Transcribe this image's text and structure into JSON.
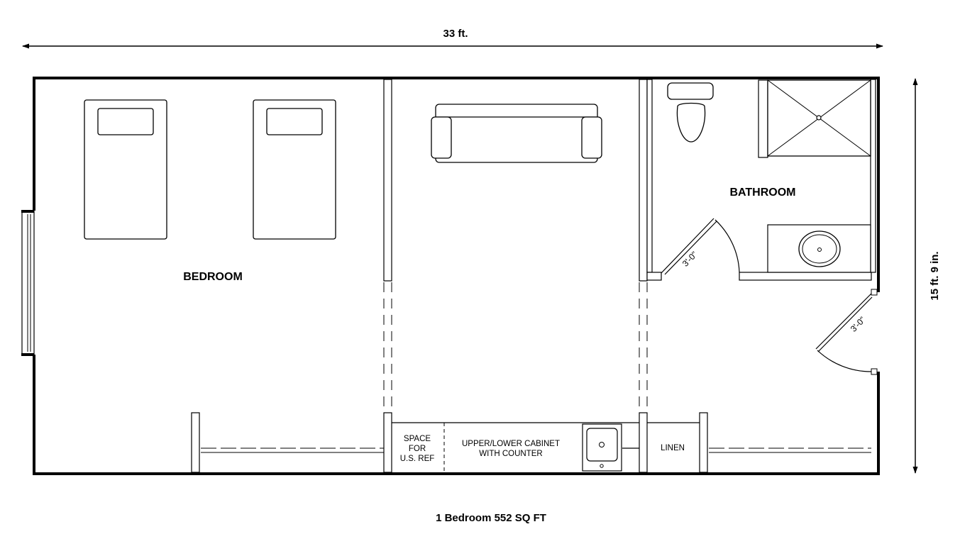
{
  "dimensions": {
    "width": "33 ft.",
    "depth": "15 ft. 9 in."
  },
  "rooms": {
    "bedroom": "BEDROOM",
    "bathroom": "BATHROOM"
  },
  "fixtures": {
    "ref_line1": "SPACE",
    "ref_line2": "FOR",
    "ref_line3": "U.S. REF",
    "cabinet_line1": "UPPER/LOWER CABINET",
    "cabinet_line2": "WITH COUNTER",
    "linen": "LINEN"
  },
  "doors": {
    "bathroom_door": "3'-0\"",
    "entry_door": "3'-0\""
  },
  "caption": "1 Bedroom 552 SQ FT"
}
